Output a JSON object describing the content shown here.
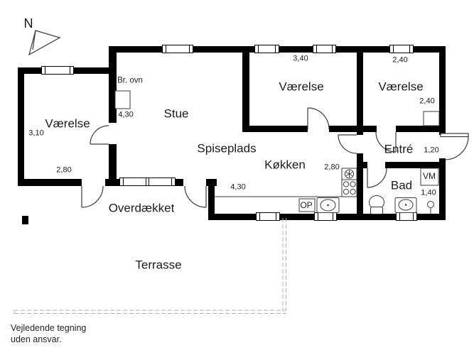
{
  "north": {
    "label": "N"
  },
  "rooms": {
    "bedroom_left": {
      "name": "Værelse",
      "depth": "3,10",
      "width": "2,80"
    },
    "stue": {
      "name": "Stue",
      "dim": "4,30"
    },
    "spiseplads": {
      "name": "Spiseplads"
    },
    "bedroom_mid": {
      "name": "Værelse",
      "width": "3,40"
    },
    "bedroom_right": {
      "name": "Værelse",
      "width": "2,40",
      "depth": "2,40"
    },
    "entre": {
      "name": "Entré",
      "width": "1,20"
    },
    "koekken": {
      "name": "Køkken",
      "width": "2,80",
      "length": "4,30"
    },
    "bad": {
      "name": "Bad",
      "width": "1,40"
    },
    "overdaekket": {
      "name": "Overdækket"
    },
    "terrasse": {
      "name": "Terrasse"
    }
  },
  "labels": {
    "wood_stove": "Br. ovn",
    "washing_machine": "VM",
    "dishwasher": "OP"
  },
  "footer": {
    "line1": "Vejledende tegning",
    "line2": "uden ansvar."
  },
  "colors": {
    "wall": "#000000",
    "thin_line": "#3a3a3a",
    "dashed_line": "#b0b0b0"
  }
}
